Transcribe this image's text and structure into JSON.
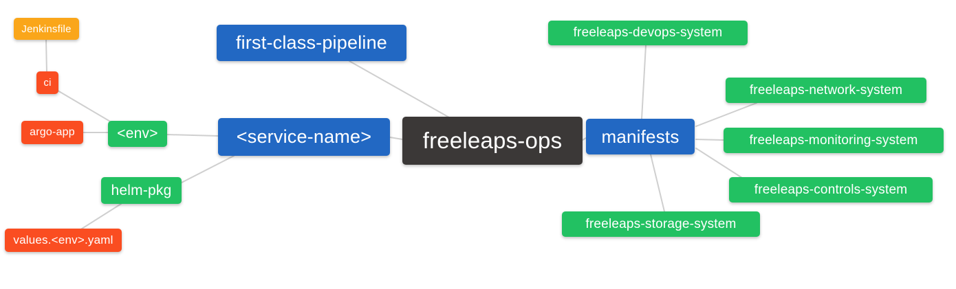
{
  "diagram": {
    "type": "mindmap",
    "background_color": "#ffffff",
    "edge_color": "#cfcfcf",
    "text_color": "#ffffff",
    "palette": {
      "blue": "#2268c3",
      "green": "#22c162",
      "red": "#fa4d21",
      "orange": "#faa61a",
      "dark": "#3b3837"
    }
  },
  "nodes": {
    "root": {
      "label": "freeleaps-ops",
      "color": "dark"
    },
    "pipeline": {
      "label": "first-class-pipeline",
      "color": "blue"
    },
    "service": {
      "label": "<service-name>",
      "color": "blue"
    },
    "manifests": {
      "label": "manifests",
      "color": "blue"
    },
    "env": {
      "label": "<env>",
      "color": "green"
    },
    "helm": {
      "label": "helm-pkg",
      "color": "green"
    },
    "ci": {
      "label": "ci",
      "color": "red"
    },
    "argo": {
      "label": "argo-app",
      "color": "red"
    },
    "values": {
      "label": "values.<env>.yaml",
      "color": "red"
    },
    "jenkinsfile": {
      "label": "Jenkinsfile",
      "color": "orange"
    },
    "devops": {
      "label": "freeleaps-devops-system",
      "color": "green"
    },
    "network": {
      "label": "freeleaps-network-system",
      "color": "green"
    },
    "monitoring": {
      "label": "freeleaps-monitoring-system",
      "color": "green"
    },
    "controls": {
      "label": "freeleaps-controls-system",
      "color": "green"
    },
    "storage": {
      "label": "freeleaps-storage-system",
      "color": "green"
    }
  },
  "edges": [
    {
      "from": "jenkinsfile",
      "to": "ci"
    },
    {
      "from": "ci",
      "to": "env"
    },
    {
      "from": "argo",
      "to": "env"
    },
    {
      "from": "env",
      "to": "service"
    },
    {
      "from": "helm",
      "to": "service"
    },
    {
      "from": "values",
      "to": "helm"
    },
    {
      "from": "pipeline",
      "to": "root"
    },
    {
      "from": "service",
      "to": "root"
    },
    {
      "from": "root",
      "to": "manifests"
    },
    {
      "from": "manifests",
      "to": "devops"
    },
    {
      "from": "manifests",
      "to": "network"
    },
    {
      "from": "manifests",
      "to": "monitoring"
    },
    {
      "from": "manifests",
      "to": "controls"
    },
    {
      "from": "manifests",
      "to": "storage"
    }
  ]
}
